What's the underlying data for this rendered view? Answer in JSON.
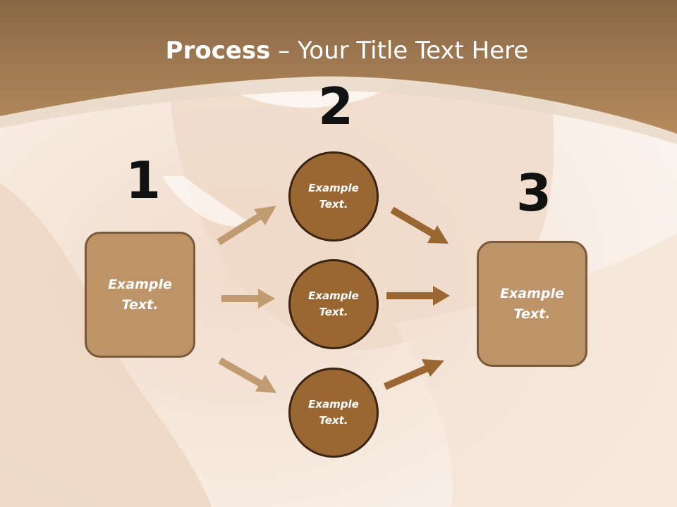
{
  "title": {
    "bold": "Process",
    "dash": " – ",
    "rest": "Your Title Text Here"
  },
  "steps": {
    "one": "1",
    "two": "2",
    "three": "3"
  },
  "left_box": {
    "text": "Example Text."
  },
  "circles": [
    {
      "text": "Example Text."
    },
    {
      "text": "Example Text."
    },
    {
      "text": "Example Text."
    }
  ],
  "right_box": {
    "text": "Example Text."
  },
  "colors": {
    "header": "#a67c52",
    "box_fill": "#bc9468",
    "circle_fill": "#9a6632",
    "arrow_light": "#c19c72",
    "arrow_dark": "#9a6632"
  }
}
